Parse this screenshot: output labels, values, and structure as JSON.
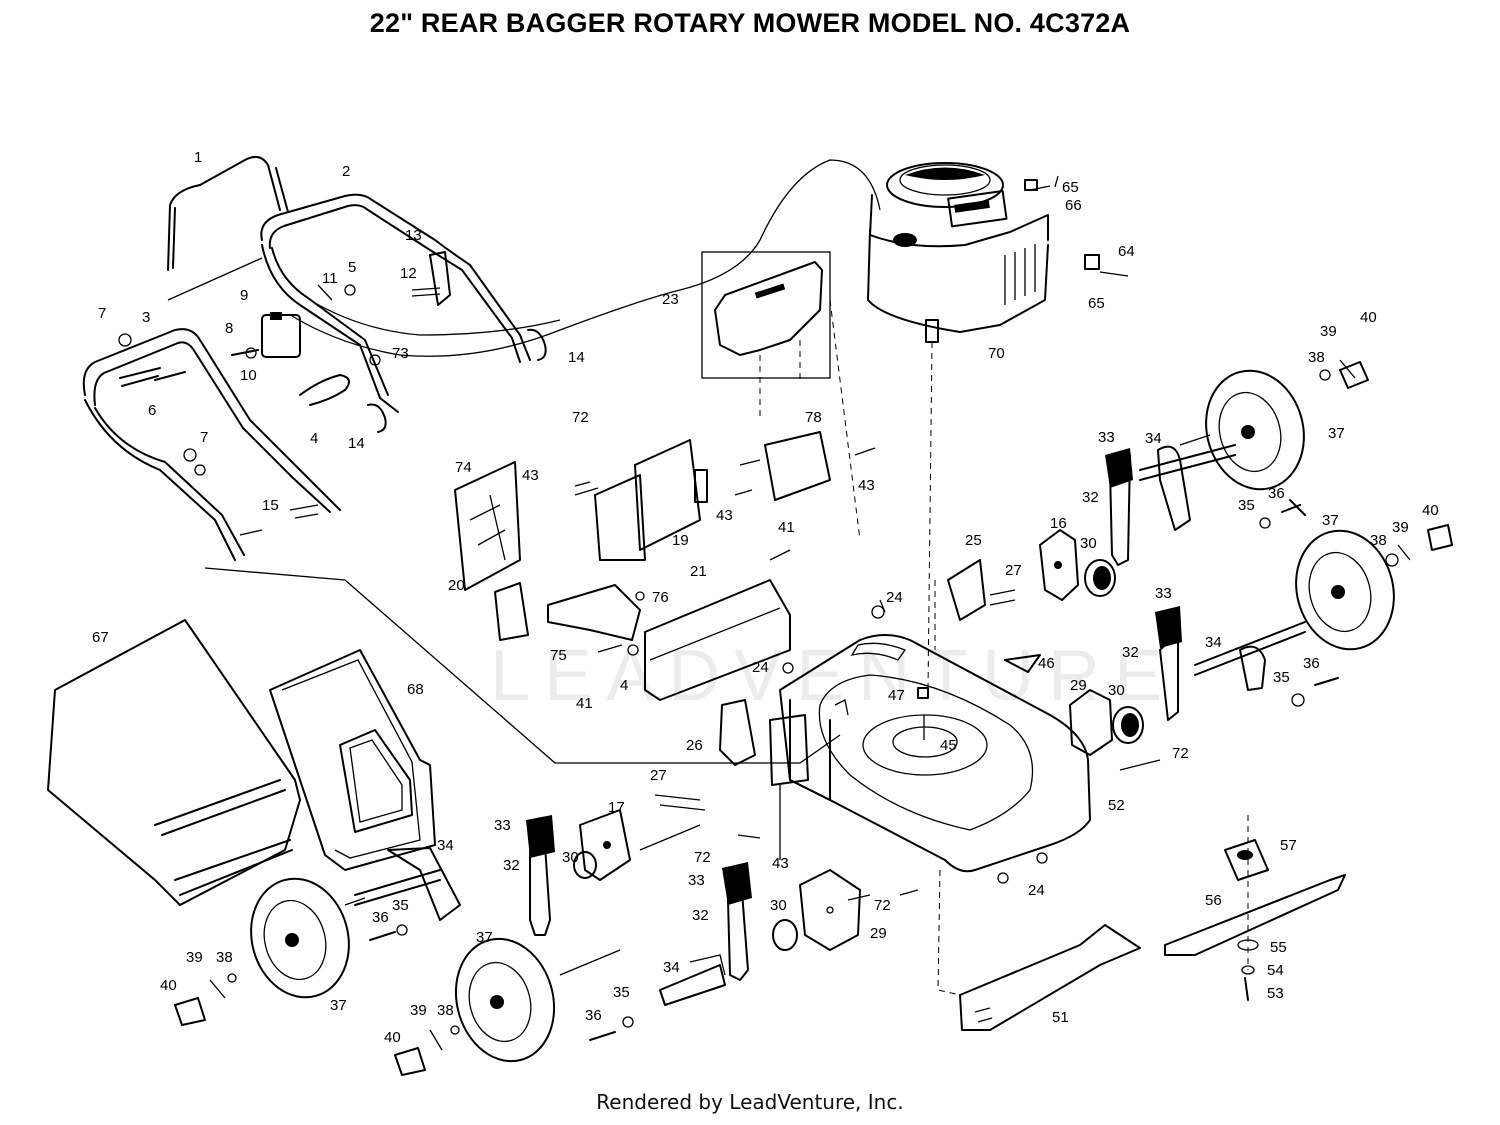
{
  "title": "22\" REAR BAGGER ROTARY MOWER MODEL NO. 4C372A",
  "footer": "Rendered by LeadVenture, Inc.",
  "watermark": "LEADVENTURE",
  "callouts": [
    {
      "id": "c1",
      "text": "1"
    },
    {
      "id": "c2",
      "text": "2"
    },
    {
      "id": "c3",
      "text": "3"
    },
    {
      "id": "c4a",
      "text": "4"
    },
    {
      "id": "c5",
      "text": "5"
    },
    {
      "id": "c6",
      "text": "6"
    },
    {
      "id": "c7a",
      "text": "7"
    },
    {
      "id": "c7b",
      "text": "7"
    },
    {
      "id": "c8",
      "text": "8"
    },
    {
      "id": "c9",
      "text": "9"
    },
    {
      "id": "c10",
      "text": "10"
    },
    {
      "id": "c11",
      "text": "11"
    },
    {
      "id": "c12",
      "text": "12"
    },
    {
      "id": "c13",
      "text": "13"
    },
    {
      "id": "c14a",
      "text": "14"
    },
    {
      "id": "c14b",
      "text": "14"
    },
    {
      "id": "c15",
      "text": "15"
    },
    {
      "id": "c16",
      "text": "16"
    },
    {
      "id": "c17",
      "text": "17"
    },
    {
      "id": "c19",
      "text": "19"
    },
    {
      "id": "c20",
      "text": "20"
    },
    {
      "id": "c21",
      "text": "21"
    },
    {
      "id": "c23",
      "text": "23"
    },
    {
      "id": "c24a",
      "text": "24"
    },
    {
      "id": "c24b",
      "text": "24"
    },
    {
      "id": "c24c",
      "text": "24"
    },
    {
      "id": "c25",
      "text": "25"
    },
    {
      "id": "c26",
      "text": "26"
    },
    {
      "id": "c27a",
      "text": "27"
    },
    {
      "id": "c27b",
      "text": "27"
    },
    {
      "id": "c29a",
      "text": "29"
    },
    {
      "id": "c29b",
      "text": "29"
    },
    {
      "id": "c30a",
      "text": "30"
    },
    {
      "id": "c30b",
      "text": "30"
    },
    {
      "id": "c30c",
      "text": "30"
    },
    {
      "id": "c30d",
      "text": "30"
    },
    {
      "id": "c32a",
      "text": "32"
    },
    {
      "id": "c32b",
      "text": "32"
    },
    {
      "id": "c32c",
      "text": "32"
    },
    {
      "id": "c32d",
      "text": "32"
    },
    {
      "id": "c33a",
      "text": "33"
    },
    {
      "id": "c33b",
      "text": "33"
    },
    {
      "id": "c33c",
      "text": "33"
    },
    {
      "id": "c33d",
      "text": "33"
    },
    {
      "id": "c34a",
      "text": "34"
    },
    {
      "id": "c34b",
      "text": "34"
    },
    {
      "id": "c34c",
      "text": "34"
    },
    {
      "id": "c34d",
      "text": "34"
    },
    {
      "id": "c35a",
      "text": "35"
    },
    {
      "id": "c35b",
      "text": "35"
    },
    {
      "id": "c35c",
      "text": "35"
    },
    {
      "id": "c35d",
      "text": "35"
    },
    {
      "id": "c36a",
      "text": "36"
    },
    {
      "id": "c36b",
      "text": "36"
    },
    {
      "id": "c36c",
      "text": "36"
    },
    {
      "id": "c36d",
      "text": "36"
    },
    {
      "id": "c37a",
      "text": "37"
    },
    {
      "id": "c37b",
      "text": "37"
    },
    {
      "id": "c37c",
      "text": "37"
    },
    {
      "id": "c37d",
      "text": "37"
    },
    {
      "id": "c38a",
      "text": "38"
    },
    {
      "id": "c38b",
      "text": "38"
    },
    {
      "id": "c38c",
      "text": "38"
    },
    {
      "id": "c38d",
      "text": "38"
    },
    {
      "id": "c39a",
      "text": "39"
    },
    {
      "id": "c39b",
      "text": "39"
    },
    {
      "id": "c39c",
      "text": "39"
    },
    {
      "id": "c39d",
      "text": "39"
    },
    {
      "id": "c40a",
      "text": "40"
    },
    {
      "id": "c40b",
      "text": "40"
    },
    {
      "id": "c40c",
      "text": "40"
    },
    {
      "id": "c40d",
      "text": "40"
    },
    {
      "id": "c41a",
      "text": "41"
    },
    {
      "id": "c41b",
      "text": "41"
    },
    {
      "id": "c43a",
      "text": "43"
    },
    {
      "id": "c43b",
      "text": "43"
    },
    {
      "id": "c43c",
      "text": "43"
    },
    {
      "id": "c43d",
      "text": "43"
    },
    {
      "id": "c45",
      "text": "45"
    },
    {
      "id": "c46",
      "text": "46"
    },
    {
      "id": "c47",
      "text": "47"
    },
    {
      "id": "c51",
      "text": "51"
    },
    {
      "id": "c52",
      "text": "52"
    },
    {
      "id": "c53",
      "text": "53"
    },
    {
      "id": "c54",
      "text": "54"
    },
    {
      "id": "c55",
      "text": "55"
    },
    {
      "id": "c56",
      "text": "56"
    },
    {
      "id": "c57",
      "text": "57"
    },
    {
      "id": "c64",
      "text": "64"
    },
    {
      "id": "c65a",
      "text": "65"
    },
    {
      "id": "c65b",
      "text": "65"
    },
    {
      "id": "c66",
      "text": "66"
    },
    {
      "id": "c67",
      "text": "67"
    },
    {
      "id": "c68",
      "text": "68"
    },
    {
      "id": "c70",
      "text": "70"
    },
    {
      "id": "c72a",
      "text": "72"
    },
    {
      "id": "c72b",
      "text": "72"
    },
    {
      "id": "c72c",
      "text": "72"
    },
    {
      "id": "c72d",
      "text": "72"
    },
    {
      "id": "c73",
      "text": "73"
    },
    {
      "id": "c74",
      "text": "74"
    },
    {
      "id": "c75",
      "text": "75"
    },
    {
      "id": "c76",
      "text": "76"
    },
    {
      "id": "c78",
      "text": "78"
    },
    {
      "id": "c4b",
      "text": "4"
    }
  ]
}
